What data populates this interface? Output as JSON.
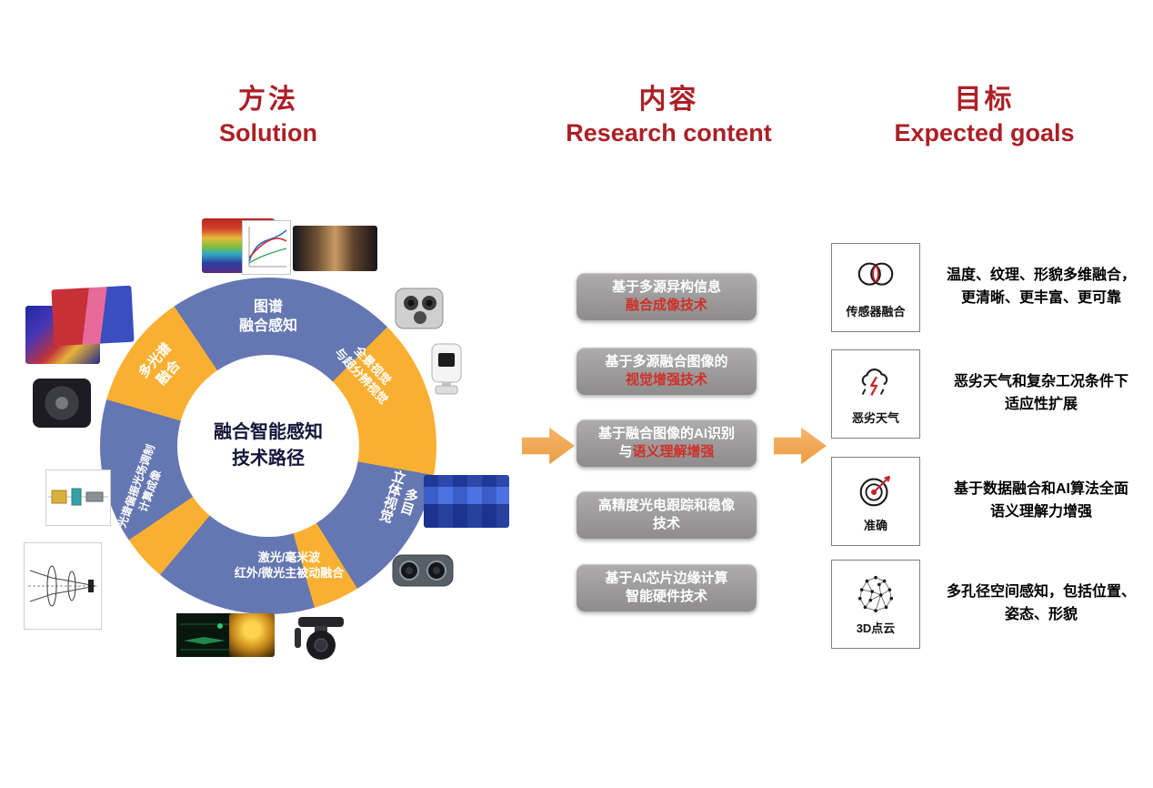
{
  "colors": {
    "header_red": "#ab2026",
    "accent_red": "#d03028",
    "ring_blue": "#6577b2",
    "ring_yellow": "#f9b032",
    "arrow_orange": "#ec9a3f",
    "box_gray": "#9c9a9a"
  },
  "headers": {
    "solution": {
      "zh": "方法",
      "en": "Solution"
    },
    "research": {
      "zh": "内容",
      "en": "Research content"
    },
    "goals": {
      "zh": "目标",
      "en": "Expected goals"
    }
  },
  "ring": {
    "center": {
      "line1": "融合智能感知",
      "line2": "技术路径"
    },
    "segments": [
      {
        "line1": "图谱",
        "line2": "融合感知"
      },
      {
        "line1": "全景视觉",
        "line2": "与超分辨视觉"
      },
      {
        "line1": "多目",
        "line2": "立体视觉"
      },
      {
        "line1": "激光/毫米波",
        "line2": "红外/微光主被动融合"
      },
      {
        "line1": "光谱偏振光场调制",
        "line2": "计算成像"
      },
      {
        "line1": "多光谱",
        "line2": "融合"
      }
    ]
  },
  "research_boxes": [
    {
      "line1": "基于多源异构信息",
      "line2_white": "",
      "line2_accent": "融合成像技术"
    },
    {
      "line1": "基于多源融合图像的",
      "line2_white": "",
      "line2_accent": "视觉增强技术"
    },
    {
      "line1": "基于融合图像的AI识别",
      "line2_white": "与",
      "line2_accent": "语义理解增强"
    },
    {
      "line1": "高精度光电跟踪和稳像",
      "line2_white": "技术",
      "line2_accent": ""
    },
    {
      "line1": "基于AI芯片边缘计算",
      "line2_white": "智能硬件技术",
      "line2_accent": ""
    }
  ],
  "goals": [
    {
      "icon": "sensor-fusion-icon",
      "label": "传感器融合",
      "line1": "温度、纹理、形貌多维融合，",
      "line2": "更清晰、更丰富、更可靠"
    },
    {
      "icon": "bad-weather-icon",
      "label": "恶劣天气",
      "line1": "恶劣天气和复杂工况条件下",
      "line2": "适应性扩展"
    },
    {
      "icon": "accuracy-target-icon",
      "label": "准确",
      "line1": "基于数据融合和AI算法全面",
      "line2": "语义理解力增强"
    },
    {
      "icon": "point-cloud-icon",
      "label": "3D点云",
      "line1": "多孔径空间感知，包括位置、",
      "line2": "姿态、形貌"
    }
  ],
  "thumbnails": [
    "multispectral-data-cube",
    "spectral-curves-chart",
    "panoramic-tunnel-photo",
    "multi-camera-array",
    "ptz-camera",
    "depth-fusion-image",
    "stereo-camera",
    "gimbal-camera",
    "ship-radar-display",
    "thermal-person-image",
    "optical-lens-diagram",
    "optical-bench-setup",
    "lens-module",
    "thermal-scene-image",
    "multispectral-strawberries"
  ]
}
